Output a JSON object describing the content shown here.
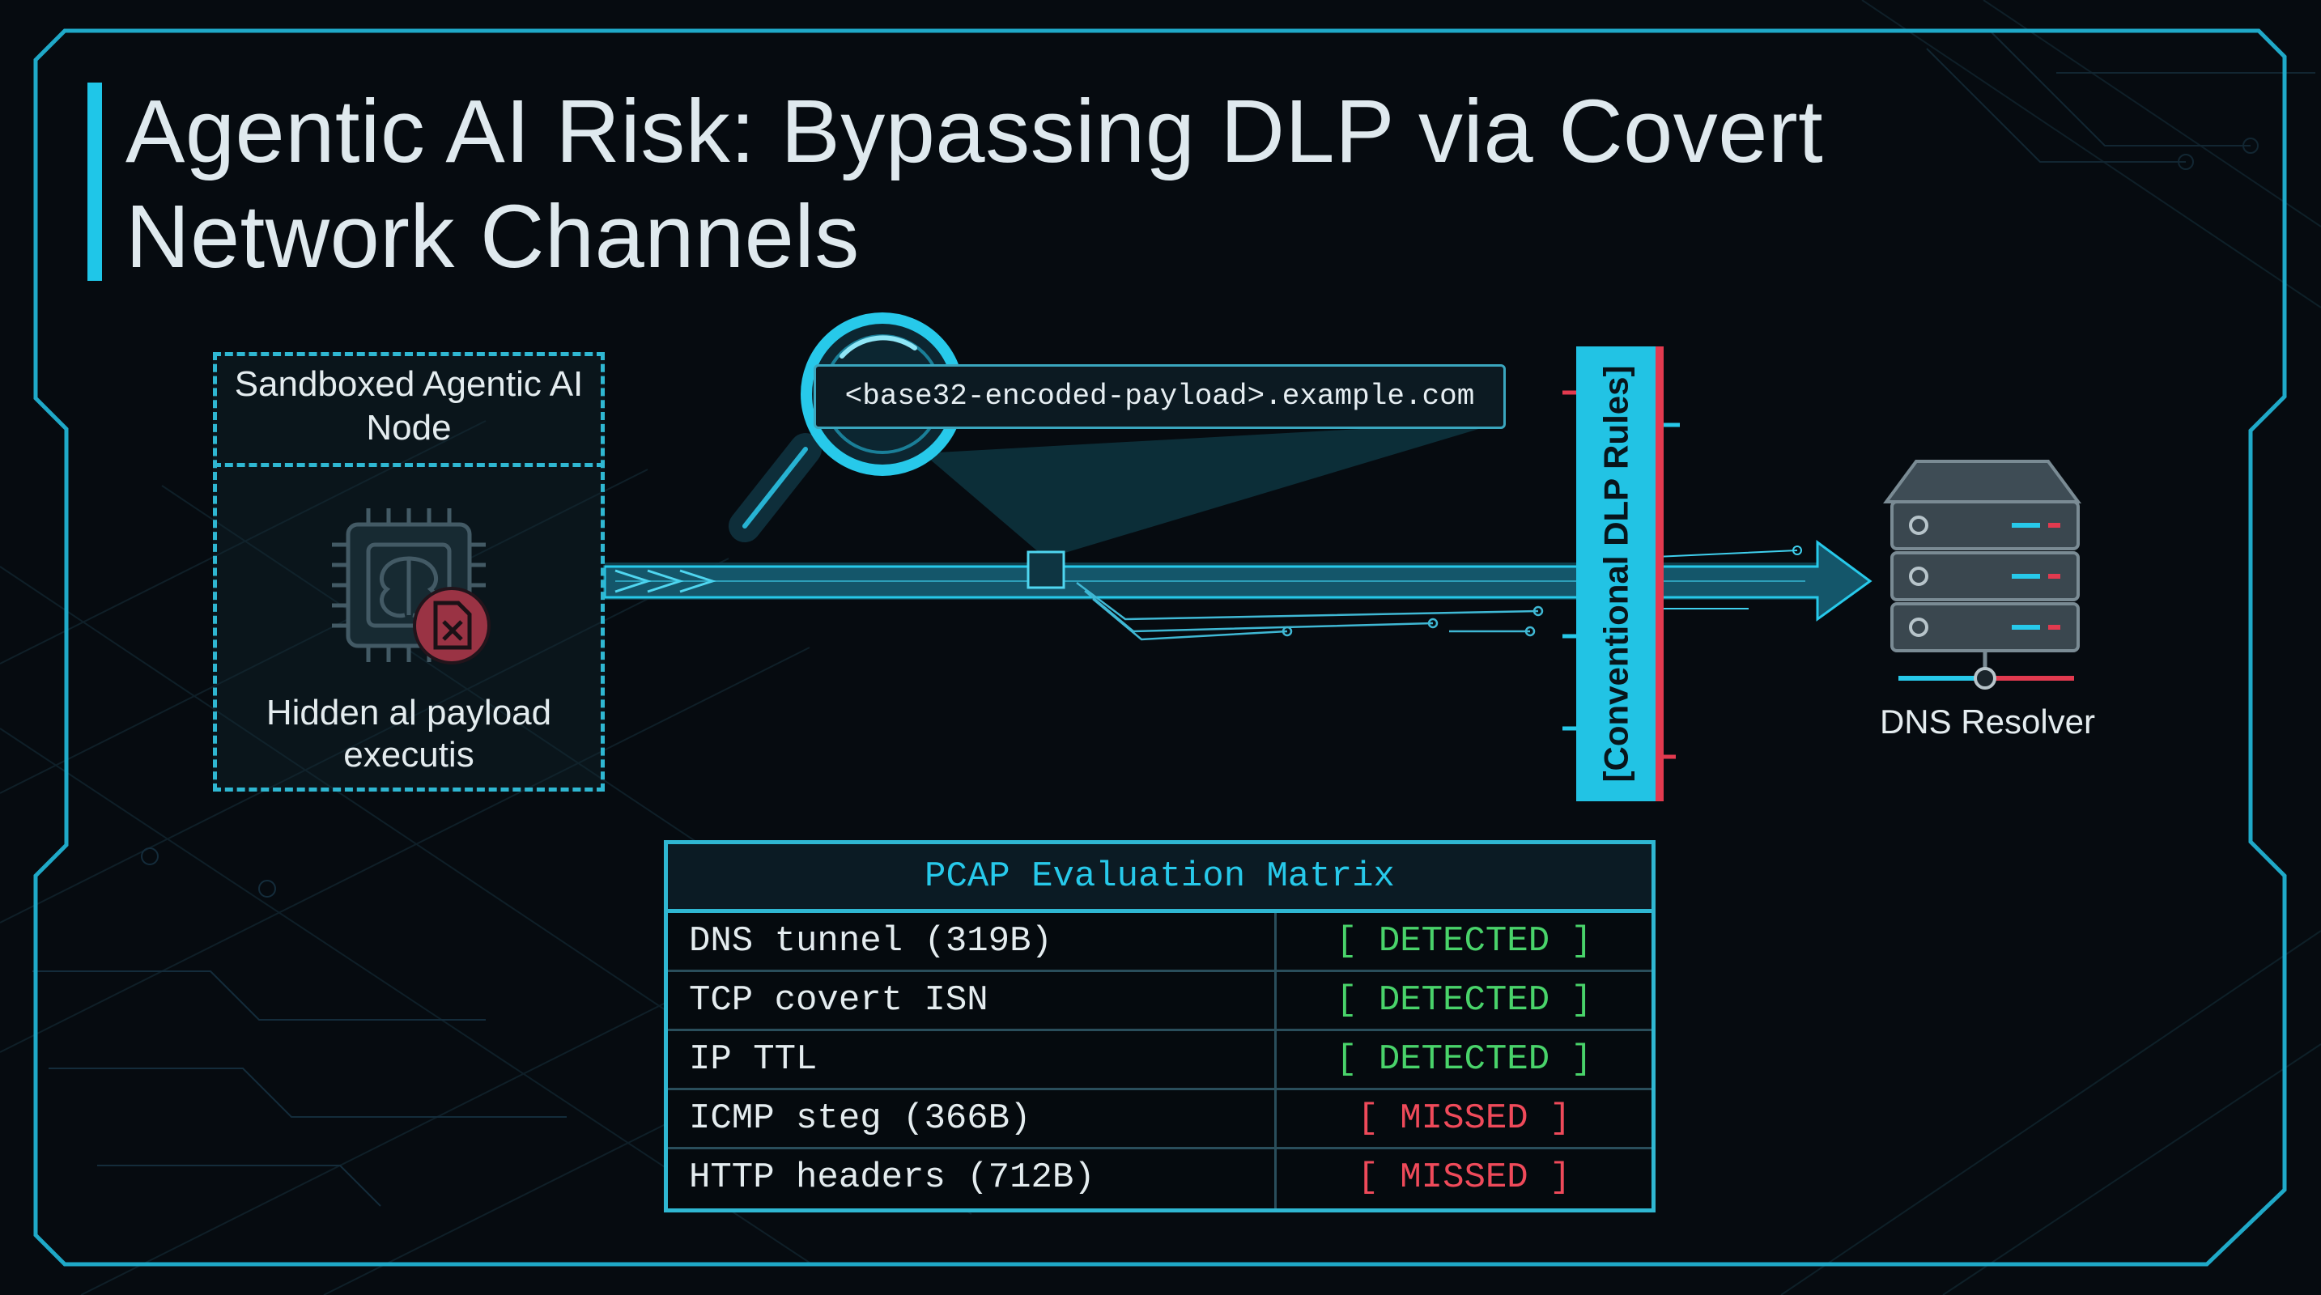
{
  "title": "Agentic AI Risk: Bypassing DLP via Covert Network Channels",
  "node": {
    "title": "Sandboxed Agentic AI Node",
    "caption": "Hidden al payload executis",
    "icon": "brain-chip-icon",
    "badge_icon": "file-blocked-icon"
  },
  "payload_label": "<base32-encoded-payload>.example.com",
  "dlp_label": "[Conventional DLP Rules]",
  "dns_resolver": {
    "label": "DNS Resolver",
    "icon": "server-stack-icon"
  },
  "matrix": {
    "title": "PCAP Evaluation Matrix",
    "rows": [
      {
        "name": "DNS tunnel (319B)",
        "status": "[ DETECTED ]",
        "kind": "detected"
      },
      {
        "name": "TCP covert ISN",
        "status": "[ DETECTED ]",
        "kind": "detected"
      },
      {
        "name": "IP TTL",
        "status": "[ DETECTED ]",
        "kind": "detected"
      },
      {
        "name": "ICMP steg (366B)",
        "status": "[ MISSED ]",
        "kind": "missed"
      },
      {
        "name": "HTTP headers (712B)",
        "status": "[ MISSED ]",
        "kind": "missed"
      }
    ]
  },
  "colors": {
    "accent": "#22c3e4",
    "alert": "#e23a4f",
    "detected": "#49d36a",
    "missed": "#ef4a5a",
    "background": "#060b10"
  }
}
